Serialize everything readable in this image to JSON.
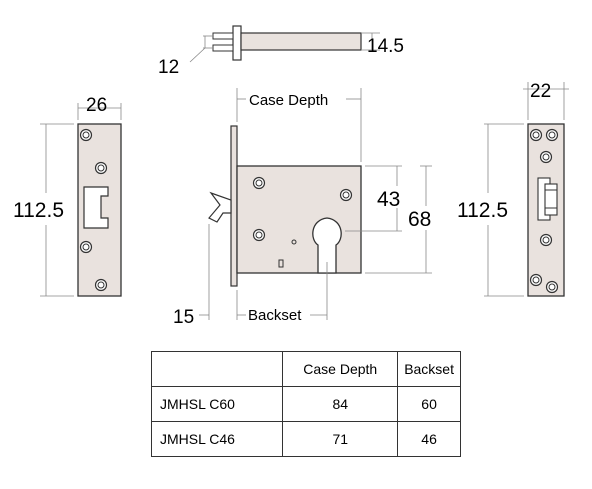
{
  "dimensions": {
    "bolt_length": "14.5",
    "bolt_offset": "12",
    "strike_width": "26",
    "strike_height": "112.5",
    "case_depth": "Case Depth",
    "height_43": "43",
    "height_68": "68",
    "faceplate_width": "22",
    "faceplate_height": "112.5",
    "faceplate_offset": "15",
    "backset": "Backset"
  },
  "table": {
    "headers": [
      "",
      "Case Depth",
      "Backset"
    ],
    "rows": [
      {
        "model": "JMHSL C60",
        "case_depth": "84",
        "backset": "60"
      },
      {
        "model": "JMHSL C46",
        "case_depth": "71",
        "backset": "46"
      }
    ]
  },
  "colors": {
    "line": "#333333",
    "part_fill": "#e9e2de",
    "dim_line": "#888888"
  }
}
